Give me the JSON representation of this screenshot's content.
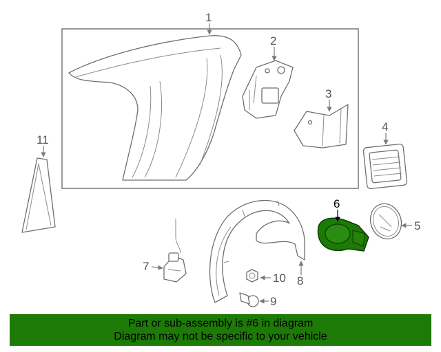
{
  "callouts": {
    "c1": "1",
    "c2": "2",
    "c3": "3",
    "c4": "4",
    "c5": "5",
    "c6": "6",
    "c7": "7",
    "c8": "8",
    "c9": "9",
    "c10": "10",
    "c11": "11"
  },
  "highlight": {
    "part_number": "6",
    "color": "#1d7a06"
  },
  "banner": {
    "line1": "Part or sub-assembly is #6 in diagram",
    "line2": "Diagram may not be specific to your vehicle",
    "background": "#1d7a06"
  }
}
